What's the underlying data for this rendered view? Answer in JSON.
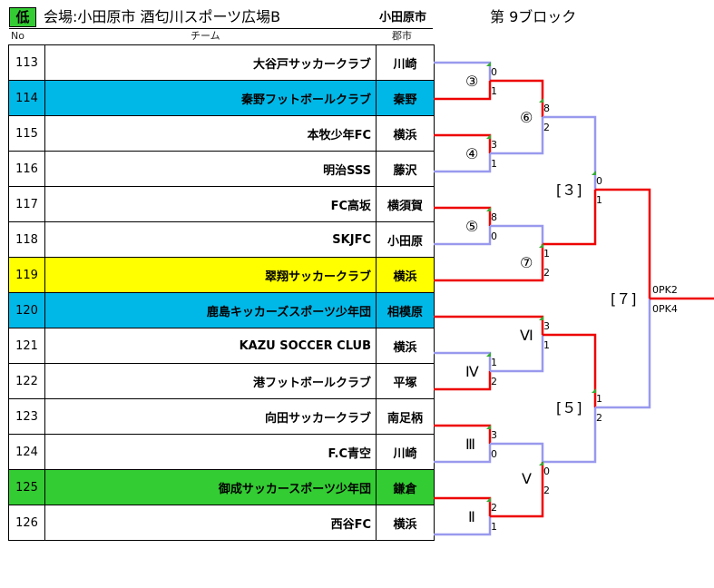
{
  "header": {
    "badge": "低",
    "venue": "会場:小田原市 酒匂川スポーツ広場B",
    "city": "小田原市",
    "block": "第 9ブロック"
  },
  "columns": {
    "no": "No",
    "team": "チーム",
    "city": "郡市"
  },
  "teams": [
    {
      "no": "113",
      "name": "大谷戸サッカークラブ",
      "city": "川崎"
    },
    {
      "no": "114",
      "name": "秦野フットボールクラブ",
      "city": "秦野"
    },
    {
      "no": "115",
      "name": "本牧少年FC",
      "city": "横浜"
    },
    {
      "no": "116",
      "name": "明治SSS",
      "city": "藤沢"
    },
    {
      "no": "117",
      "name": "FC高坂",
      "city": "横須賀"
    },
    {
      "no": "118",
      "name": "SKJFC",
      "city": "小田原"
    },
    {
      "no": "119",
      "name": "翠翔サッカークラブ",
      "city": "横浜"
    },
    {
      "no": "120",
      "name": "鹿島キッカーズスポーツ少年団",
      "city": "相模原"
    },
    {
      "no": "121",
      "name": "KAZU SOCCER CLUB",
      "city": "横浜"
    },
    {
      "no": "122",
      "name": "港フットボールクラブ",
      "city": "平塚"
    },
    {
      "no": "123",
      "name": "向田サッカークラブ",
      "city": "南足柄"
    },
    {
      "no": "124",
      "name": "F.C青空",
      "city": "川崎"
    },
    {
      "no": "125",
      "name": "御成サッカースポーツ少年団",
      "city": "鎌倉"
    },
    {
      "no": "126",
      "name": "西谷FC",
      "city": "横浜"
    }
  ],
  "bracket": {
    "match_labels": [
      "③",
      "④",
      "⑤",
      "⑦",
      "⑥",
      "Ⅵ",
      "Ⅳ",
      "Ⅲ",
      "Ⅱ",
      "Ⅴ",
      "[３]",
      "[５]",
      "[７]"
    ],
    "scores": [
      "0",
      "1",
      "3",
      "1",
      "8",
      "0",
      "1",
      "2",
      "8",
      "2",
      "0",
      "1",
      "3",
      "1",
      "1",
      "2",
      "3",
      "0",
      "2",
      "1",
      "0",
      "2",
      "1",
      "2",
      "0PK2",
      "0PK4"
    ]
  },
  "colors": {
    "win": "#ee0000",
    "lose": "#9999ee",
    "blue_row": "#00b8e8",
    "yellow_row": "#ffff00",
    "green_row": "#33cc33",
    "badge": "#33cc33"
  }
}
